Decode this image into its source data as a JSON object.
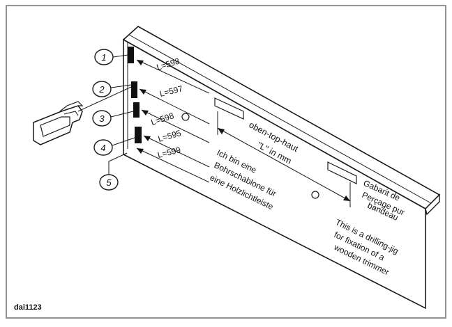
{
  "figure_id": "dai1123",
  "callouts": [
    "1",
    "2",
    "3",
    "4",
    "5"
  ],
  "length_labels": [
    "L=598",
    "L=597",
    "L=598",
    "L=595",
    "L=599"
  ],
  "panel_text": {
    "top_label": "oben-top-haut",
    "dimension_label": "\"L\" in mm",
    "german": [
      "Ich bin eine",
      "Bohrschablone für",
      "eine Holzlichtleiste"
    ],
    "french": [
      "Gabarit de",
      "Perçage pur",
      "bandeau"
    ],
    "english": [
      "This is a drilling-jig",
      "for fixation of a",
      "wooden trimmer"
    ]
  },
  "colors": {
    "line": "#1a1a1a",
    "frame": "#6f6f6f",
    "fill": "#ffffff",
    "mark": "#111111"
  }
}
